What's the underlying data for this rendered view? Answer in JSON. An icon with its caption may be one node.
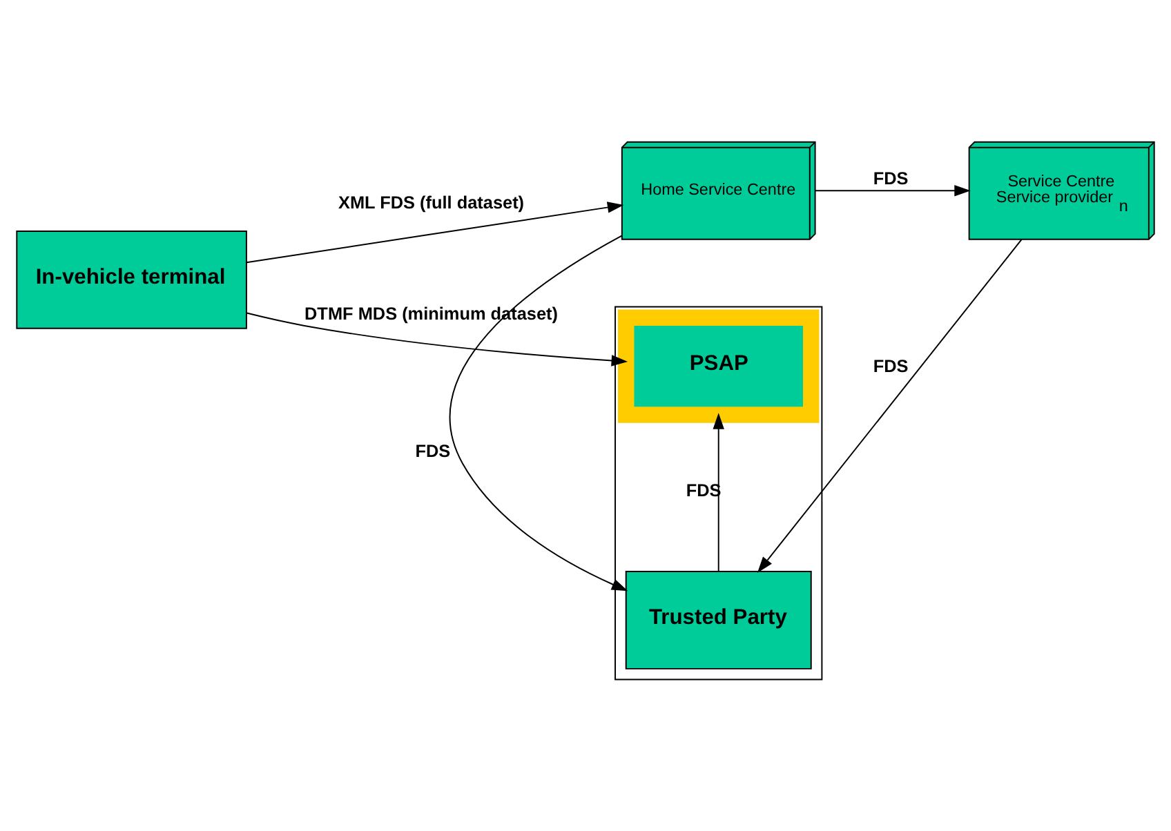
{
  "diagram": {
    "nodes": [
      {
        "text": [
          "Home Service Centre"
        ]
      },
      {
        "text": [
          "In-vehicle terminal"
        ]
      },
      {
        "text": [],
        "shape": "box"
      },
      {
        "text": [
          "Trusted Party"
        ],
        "in": 2
      },
      {
        "text": [
          "PSAP"
        ],
        "in": 2
      },
      {
        "text": [
          "Service Centre",
          "Service provider $_{n}$"
        ]
      }
    ],
    "edges": [
      {
        "from": 1,
        "to": 0,
        "arrow": "to",
        "label": "XML FDS (full dataset)"
      },
      {
        "from": 0,
        "to": 3,
        "arrow": "to",
        "label": "FDS"
      },
      {
        "from": 0,
        "to": 5,
        "arrow": "to",
        "label": "FDS"
      },
      {
        "from": 5,
        "to": 3,
        "arrow": "to",
        "label": "FDS"
      },
      {
        "from": 3,
        "to": 4,
        "arrow": "to",
        "label": "FDS"
      },
      {
        "from": 1,
        "to": 4,
        "arrow": "to",
        "label": "DTMF MDS (minimum dataset)"
      }
    ]
  }
}
